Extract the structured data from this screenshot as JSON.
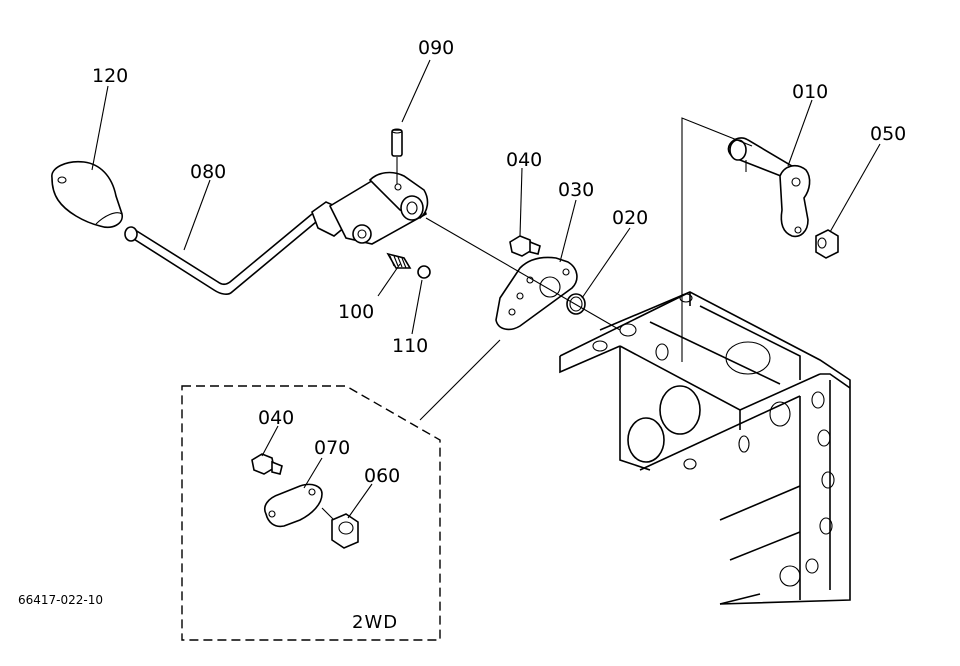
{
  "part_labels": {
    "p120": "120",
    "p080": "080",
    "p090": "090",
    "p100": "100",
    "p110": "110",
    "p040_main": "040",
    "p030": "030",
    "p020": "020",
    "p010": "010",
    "p050": "050",
    "p040_2wd": "040",
    "p070": "070",
    "p060": "060"
  },
  "inset_label": "2WD",
  "drawing_number": "66417-022-10"
}
